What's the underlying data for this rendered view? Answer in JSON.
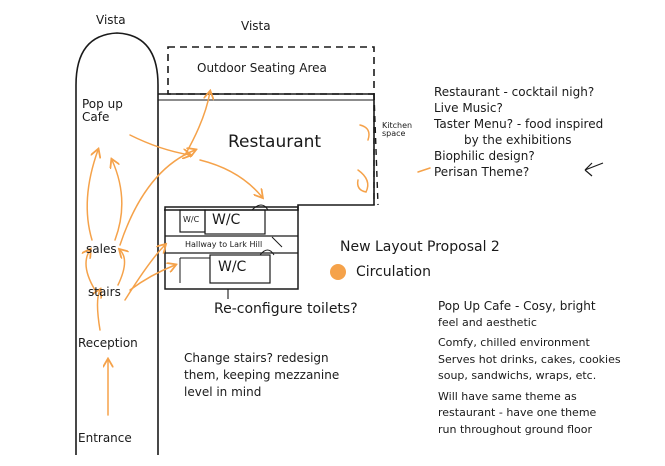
{
  "rooms": {
    "vista_left": "Vista",
    "vista_top": "Vista",
    "outdoor": "Outdoor Seating Area",
    "popup": "Pop up Cafe",
    "restaurant": "Restaurant",
    "kitchen": "Kitchen space",
    "wc_small": "W/C",
    "wc_upper": "W/C",
    "wc_lower": "W/C",
    "hallway": "Hallway to Lark Hill",
    "sales": "sales",
    "stairs": "stairs",
    "reception": "Reception",
    "entrance": "Entrance"
  },
  "proposal": {
    "title": "New Layout Proposal 2",
    "legend_label": "Circulation",
    "legend_color": "#f5a24a"
  },
  "restaurant_notes": {
    "lines": [
      "Restaurant - cocktail nigh?",
      "Live Music?",
      "Taster Menu? - food inspired",
      "by the exhibitions",
      "Biophilic design?",
      "Perisan Theme?"
    ]
  },
  "toilets_note": "Re-configure toilets?",
  "stairs_note": {
    "lines": [
      "Change stairs? redesign",
      "them, keeping mezzanine",
      "level in mind"
    ]
  },
  "cafe_notes": {
    "lines": [
      "Pop Up Cafe - Cosy, bright",
      "feel and aesthetic",
      "Comfy, chilled environment",
      "Serves hot drinks, cakes, cookies",
      "soup, sandwichs, wraps, etc.",
      "Will have same theme as",
      "restaurant - have one theme",
      "run throughout ground floor"
    ]
  },
  "colors": {
    "ink": "#1a1a1a",
    "circulation": "#f5a24a"
  }
}
